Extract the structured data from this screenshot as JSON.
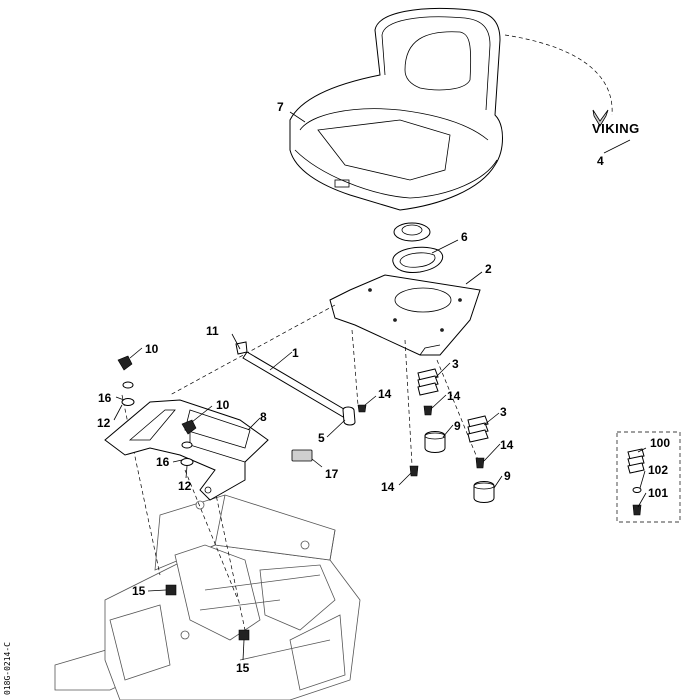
{
  "brand": {
    "text": "VIKING"
  },
  "reference_code": "018G-0214-C",
  "callouts": {
    "c1": "1",
    "c2": "2",
    "c3a": "3",
    "c3b": "3",
    "c4": "4",
    "c5": "5",
    "c6": "6",
    "c7": "7",
    "c8": "8",
    "c9a": "9",
    "c9b": "9",
    "c10a": "10",
    "c10b": "10",
    "c11": "11",
    "c12a": "12",
    "c12b": "12",
    "c14a": "14",
    "c14b": "14",
    "c14c": "14",
    "c14d": "14",
    "c15a": "15",
    "c15b": "15",
    "c16a": "16",
    "c16b": "16",
    "c17": "17",
    "c100": "100",
    "c101": "101",
    "c102": "102"
  }
}
